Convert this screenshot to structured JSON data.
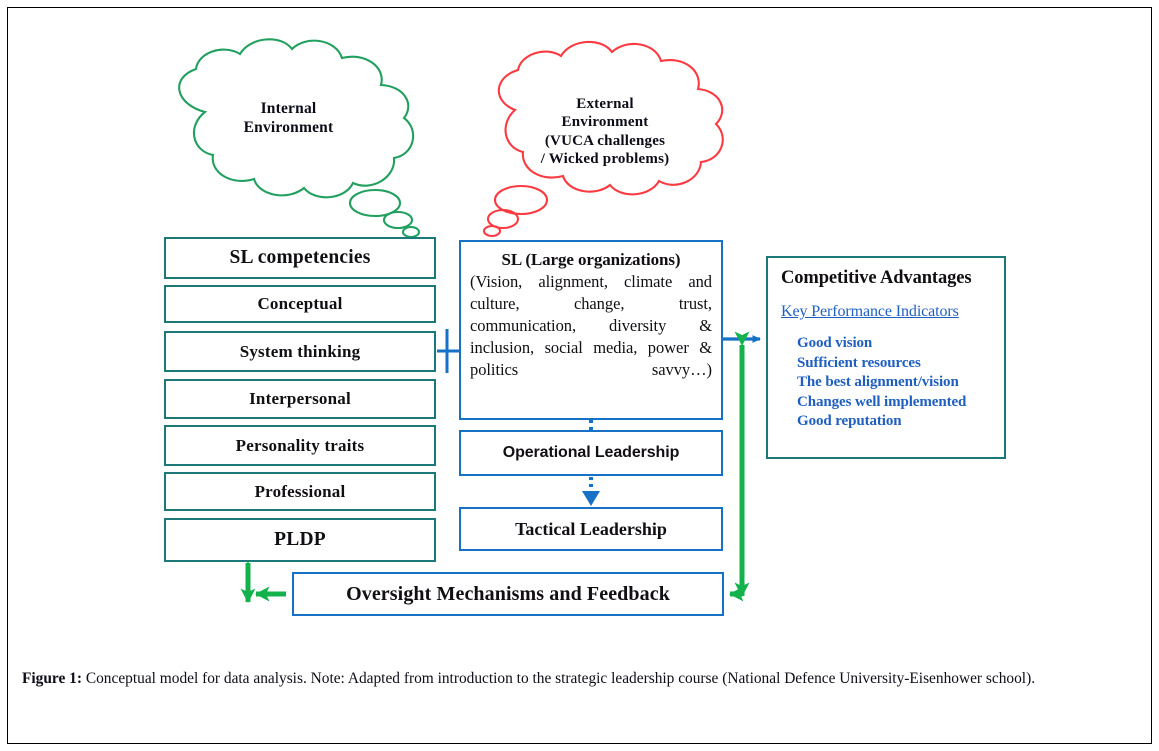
{
  "figure": {
    "clouds": {
      "internal": {
        "name": "Internal Environment",
        "lines": [
          "Internal",
          "Environment"
        ],
        "color": "#22a05f"
      },
      "external": {
        "name": "External Environment",
        "lines": [
          "External",
          "Environment",
          "(VUCA challenges",
          "/ Wicked problems)"
        ],
        "color": "#fb3b41"
      }
    },
    "competency_stack": {
      "items": [
        {
          "label": "SL competencies",
          "emphasis": true
        },
        {
          "label": "Conceptual",
          "emphasis": false
        },
        {
          "label": "System thinking",
          "emphasis": false
        },
        {
          "label": "Interpersonal",
          "emphasis": false
        },
        {
          "label": "Personality traits",
          "emphasis": false
        },
        {
          "label": "Professional",
          "emphasis": false
        },
        {
          "label": "PLDP",
          "emphasis": true
        }
      ],
      "border_color": "#1d7878"
    },
    "sl_main": {
      "title": "SL (Large organizations)",
      "body": "(Vision, alignment, climate and culture, change, trust, communication, diversity & inclusion, social media, power & politics savvy…)",
      "border_color": "#1771c6"
    },
    "operational": {
      "label": "Operational Leadership",
      "border_color": "#1771c6"
    },
    "tactical": {
      "label": "Tactical Leadership",
      "border_color": "#1771c6"
    },
    "oversight": {
      "label": "Oversight Mechanisms and Feedback",
      "border_color": "#1771c6"
    },
    "competitive": {
      "title": "Competitive Advantages",
      "kpi_heading": "Key Performance Indicators",
      "kpi_items": [
        "Good vision",
        "Sufficient resources",
        "The best alignment/vision",
        "Changes well implemented",
        "Good reputation"
      ],
      "border_color": "#1d7878",
      "text_color": "#1f5fc0"
    },
    "connectors": {
      "blue": "#1771c6",
      "green": "#14b24c"
    },
    "caption": {
      "label": "Figure 1:",
      "text": " Conceptual model for data analysis. Note: Adapted from introduction to the strategic leadership course (National Defence University-Eisenhower school)."
    }
  }
}
